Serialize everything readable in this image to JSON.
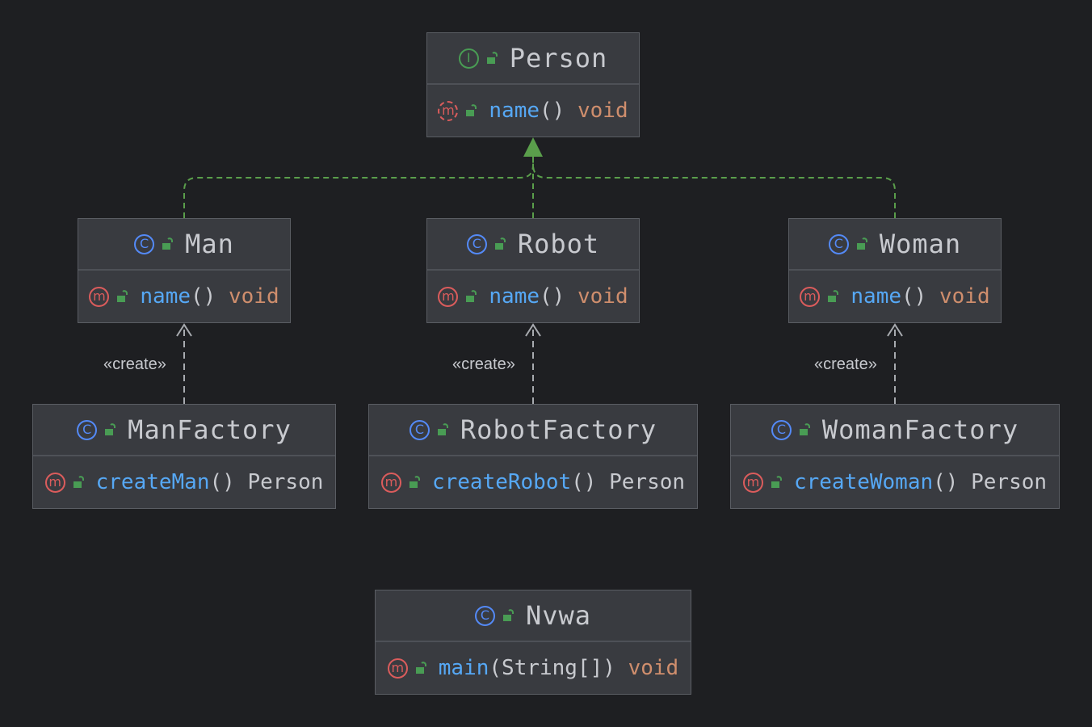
{
  "colors": {
    "background": "#1e1f22",
    "node_fill": "#393b40",
    "interface_icon": "#499c54",
    "class_icon": "#548af7",
    "method_icon": "#db5c5c",
    "method_name": "#56a8f5",
    "void_type": "#cf8e6d",
    "realization_edge": "#5a9e4b",
    "dependency_edge": "#a8abb0"
  },
  "nodes": {
    "person": {
      "kind_icon": "interface-icon",
      "name": "Person",
      "member": {
        "icon": "abstract-method-icon",
        "name": "name",
        "params": "()",
        "type": "void"
      }
    },
    "man": {
      "kind_icon": "class-icon",
      "name": "Man",
      "member": {
        "icon": "method-icon",
        "name": "name",
        "params": "()",
        "type": "void"
      }
    },
    "robot": {
      "kind_icon": "class-icon",
      "name": "Robot",
      "member": {
        "icon": "method-icon",
        "name": "name",
        "params": "()",
        "type": "void"
      }
    },
    "woman": {
      "kind_icon": "class-icon",
      "name": "Woman",
      "member": {
        "icon": "method-icon",
        "name": "name",
        "params": "()",
        "type": "void"
      }
    },
    "man_factory": {
      "kind_icon": "class-icon",
      "name": "ManFactory",
      "member": {
        "icon": "method-icon",
        "name": "createMan",
        "params": "()",
        "type": "Person"
      }
    },
    "robot_factory": {
      "kind_icon": "class-icon",
      "name": "RobotFactory",
      "member": {
        "icon": "method-icon",
        "name": "createRobot",
        "params": "()",
        "type": "Person"
      }
    },
    "woman_factory": {
      "kind_icon": "class-icon",
      "name": "WomanFactory",
      "member": {
        "icon": "method-icon",
        "name": "createWoman",
        "params": "()",
        "type": "Person"
      }
    },
    "nvwa": {
      "kind_icon": "class-icon",
      "name": "Nvwa",
      "member": {
        "icon": "method-icon",
        "name": "main",
        "params": "(String[])",
        "type": "void"
      }
    }
  },
  "edges": {
    "realizations": [
      {
        "from": "Man",
        "to": "Person"
      },
      {
        "from": "Robot",
        "to": "Person"
      },
      {
        "from": "Woman",
        "to": "Person"
      }
    ],
    "dependencies": [
      {
        "from": "ManFactory",
        "to": "Man",
        "label": "«create»"
      },
      {
        "from": "RobotFactory",
        "to": "Robot",
        "label": "«create»"
      },
      {
        "from": "WomanFactory",
        "to": "Woman",
        "label": "«create»"
      }
    ]
  },
  "icon_glyphs": {
    "interface": "I",
    "class": "C",
    "method": "m"
  }
}
